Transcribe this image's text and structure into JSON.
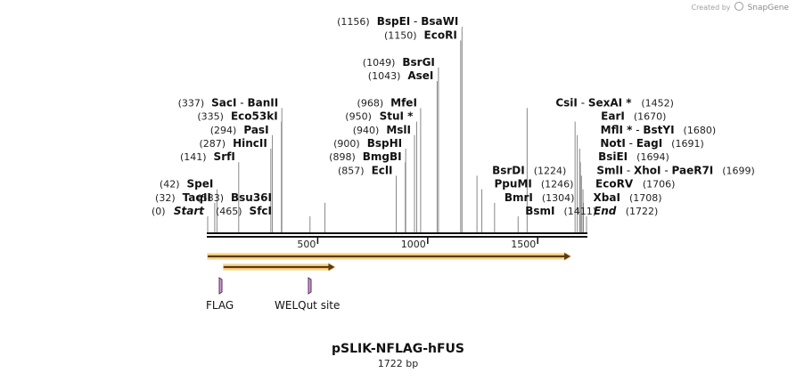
{
  "credit": {
    "text": "Created by",
    "brand": "SnapGene"
  },
  "map": {
    "name": "pSLIK-NFLAG-hFUS",
    "size_label": "1722 bp",
    "length": 1722
  },
  "ruler_ticks": [
    {
      "pos": 500,
      "label": "500"
    },
    {
      "pos": 1000,
      "label": "1000"
    },
    {
      "pos": 1500,
      "label": "1500"
    }
  ],
  "sites": [
    {
      "id": "start",
      "pos_label": "(0)",
      "parts": [
        {
          "t": "Start",
          "i": true
        }
      ],
      "pos": 0,
      "row": 0,
      "side": "left"
    },
    {
      "id": "taqii",
      "pos_label": "(32)",
      "parts": [
        {
          "t": "TaqII"
        }
      ],
      "pos": 32,
      "row": 1,
      "side": "left"
    },
    {
      "id": "spei",
      "pos_label": "(42)",
      "parts": [
        {
          "t": "SpeI"
        }
      ],
      "pos": 42,
      "row": 2,
      "side": "left"
    },
    {
      "id": "srfi",
      "pos_label": "(141)",
      "parts": [
        {
          "t": "SrfI"
        }
      ],
      "pos": 141,
      "row": 4,
      "side": "left"
    },
    {
      "id": "hincii",
      "pos_label": "(287)",
      "parts": [
        {
          "t": "HincII"
        }
      ],
      "pos": 287,
      "row": 5,
      "side": "left"
    },
    {
      "id": "pasi",
      "pos_label": "(294)",
      "parts": [
        {
          "t": "PasI"
        }
      ],
      "pos": 294,
      "row": 6,
      "side": "left"
    },
    {
      "id": "eco53ki",
      "pos_label": "(335)",
      "parts": [
        {
          "t": "Eco53kI"
        }
      ],
      "pos": 335,
      "row": 7,
      "side": "left"
    },
    {
      "id": "saci",
      "pos_label": "(337)",
      "parts": [
        {
          "t": "SacI"
        },
        {
          "t": " - ",
          "n": true
        },
        {
          "t": "BanII"
        }
      ],
      "pos": 337,
      "row": 8,
      "side": "left"
    },
    {
      "id": "sfci",
      "pos_label": "(465)",
      "parts": [
        {
          "t": "SfcI"
        }
      ],
      "pos": 465,
      "row": 0,
      "side": "mid"
    },
    {
      "id": "bsu36i",
      "pos_label": "(533)",
      "parts": [
        {
          "t": "Bsu36I"
        }
      ],
      "pos": 533,
      "row": 1,
      "side": "mid"
    },
    {
      "id": "ecli",
      "pos_label": "(857)",
      "parts": [
        {
          "t": "EclI"
        }
      ],
      "pos": 857,
      "row": 3,
      "side": "left"
    },
    {
      "id": "bmgbi",
      "pos_label": "(898)",
      "parts": [
        {
          "t": "BmgBI"
        }
      ],
      "pos": 898,
      "row": 4,
      "side": "left"
    },
    {
      "id": "bsphi",
      "pos_label": "(900)",
      "parts": [
        {
          "t": "BspHI"
        }
      ],
      "pos": 900,
      "row": 5,
      "side": "left"
    },
    {
      "id": "msli",
      "pos_label": "(940)",
      "parts": [
        {
          "t": "MslI"
        }
      ],
      "pos": 940,
      "row": 6,
      "side": "left"
    },
    {
      "id": "stui",
      "pos_label": "(950)",
      "parts": [
        {
          "t": "StuI *"
        }
      ],
      "pos": 950,
      "row": 7,
      "side": "left"
    },
    {
      "id": "mfei",
      "pos_label": "(968)",
      "parts": [
        {
          "t": "MfeI"
        }
      ],
      "pos": 968,
      "row": 8,
      "side": "left"
    },
    {
      "id": "asei",
      "pos_label": "(1043)",
      "parts": [
        {
          "t": "AseI"
        }
      ],
      "pos": 1043,
      "row": 10,
      "side": "left"
    },
    {
      "id": "bsrgi",
      "pos_label": "(1049)",
      "parts": [
        {
          "t": "BsrGI"
        }
      ],
      "pos": 1049,
      "row": 11,
      "side": "left"
    },
    {
      "id": "ecori",
      "pos_label": "(1150)",
      "parts": [
        {
          "t": "EcoRI"
        }
      ],
      "pos": 1150,
      "row": 13,
      "side": "left"
    },
    {
      "id": "bspei",
      "pos_label": "(1156)",
      "parts": [
        {
          "t": "BspEI"
        },
        {
          "t": " - ",
          "n": true
        },
        {
          "t": "BsaWI"
        }
      ],
      "pos": 1156,
      "row": 14,
      "side": "left"
    },
    {
      "id": "bsmi",
      "pos_label": "(1411)",
      "parts": [
        {
          "t": "BsmI"
        }
      ],
      "pos": 1411,
      "row": 0,
      "side": "right"
    },
    {
      "id": "bmri",
      "pos_label": "(1304)",
      "parts": [
        {
          "t": "BmrI"
        }
      ],
      "pos": 1304,
      "row": 1,
      "side": "right"
    },
    {
      "id": "ppumi",
      "pos_label": "(1246)",
      "parts": [
        {
          "t": "PpuMI"
        }
      ],
      "pos": 1246,
      "row": 2,
      "side": "right"
    },
    {
      "id": "bsrdi",
      "pos_label": "(1224)",
      "parts": [
        {
          "t": "BsrDI"
        }
      ],
      "pos": 1224,
      "row": 3,
      "side": "right"
    },
    {
      "id": "csii",
      "pos_label": "(1452)",
      "parts": [
        {
          "t": "CsiI"
        },
        {
          "t": " - ",
          "n": true
        },
        {
          "t": "SexAI *"
        }
      ],
      "pos": 1452,
      "row": 8,
      "side": "right"
    },
    {
      "id": "end",
      "pos_label": "(1722)",
      "parts": [
        {
          "t": "End",
          "i": true
        }
      ],
      "pos": 1722,
      "row": 0,
      "side": "right"
    },
    {
      "id": "xbai",
      "pos_label": "(1708)",
      "parts": [
        {
          "t": "XbaI"
        }
      ],
      "pos": 1708,
      "row": 1,
      "side": "right"
    },
    {
      "id": "ecorv",
      "pos_label": "(1706)",
      "parts": [
        {
          "t": "EcoRV"
        }
      ],
      "pos": 1706,
      "row": 2,
      "side": "right"
    },
    {
      "id": "smli",
      "pos_label": "(1699)",
      "parts": [
        {
          "t": "SmlI"
        },
        {
          "t": " - ",
          "n": true
        },
        {
          "t": "XhoI"
        },
        {
          "t": " - ",
          "n": true
        },
        {
          "t": "PaeR7I"
        }
      ],
      "pos": 1699,
      "row": 3,
      "side": "right"
    },
    {
      "id": "bsiei",
      "pos_label": "(1694)",
      "parts": [
        {
          "t": "BsiEI"
        }
      ],
      "pos": 1694,
      "row": 4,
      "side": "right"
    },
    {
      "id": "noti",
      "pos_label": "(1691)",
      "parts": [
        {
          "t": "NotI"
        },
        {
          "t": " - ",
          "n": true
        },
        {
          "t": "EagI"
        }
      ],
      "pos": 1691,
      "row": 5,
      "side": "right"
    },
    {
      "id": "mfli",
      "pos_label": "(1680)",
      "parts": [
        {
          "t": "MflI *"
        },
        {
          "t": " - ",
          "n": true
        },
        {
          "t": "BstYI"
        }
      ],
      "pos": 1680,
      "row": 6,
      "side": "right"
    },
    {
      "id": "eari",
      "pos_label": "(1670)",
      "parts": [
        {
          "t": "EarI"
        }
      ],
      "pos": 1670,
      "row": 7,
      "side": "right"
    }
  ],
  "features": [
    {
      "id": "orf-1",
      "start": 0,
      "end": 1722,
      "lane": 0,
      "color": "#f0c060",
      "edge": "#5a3a10"
    },
    {
      "id": "orf-2",
      "start": 72,
      "end": 650,
      "lane": 1,
      "color": "#f0c060",
      "edge": "#5a3a10"
    }
  ],
  "small_features": [
    {
      "id": "flag",
      "label": "FLAG",
      "pos": 60,
      "color": "#c8a0c8",
      "edge": "#5a2a5a"
    },
    {
      "id": "welqut",
      "label": "WELQut site",
      "pos": 465,
      "color": "#c8a0c8",
      "edge": "#5a2a5a"
    }
  ]
}
